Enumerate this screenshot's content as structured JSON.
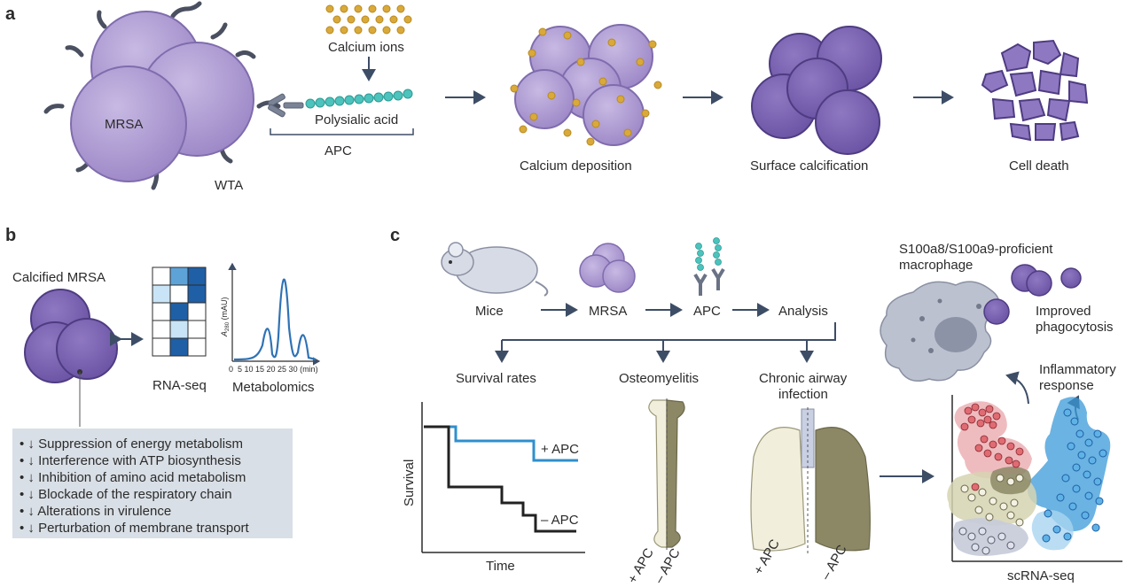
{
  "panels": {
    "a": "a",
    "b": "b",
    "c": "c"
  },
  "panel_a": {
    "mrsa": "MRSA",
    "wta": "WTA",
    "calcium_ions": "Calcium ions",
    "polysialic_acid": "Polysialic acid",
    "apc": "APC",
    "steps": [
      "Calcium deposition",
      "Surface calcification",
      "Cell death"
    ]
  },
  "panel_b": {
    "calcified_mrsa": "Calcified MRSA",
    "rna_seq": "RNA-seq",
    "metabolomics": "Metabolomics",
    "y_axis": "A",
    "y_axis_sub": "280",
    "y_axis_unit": " (mAU)",
    "x_ticks": "0  5 10 15 20 25 30 (min)",
    "effects": [
      "• ↓ Suppression of energy metabolism",
      "• ↓ Interference with ATP biosynthesis",
      "• ↓ Inhibition of amino acid metabolism",
      "• ↓ Blockade of the respiratory chain",
      "• ↓ Alterations in virulence",
      "• ↓ Perturbation of membrane transport"
    ]
  },
  "panel_c": {
    "flow": [
      "Mice",
      "MRSA",
      "APC",
      "Analysis"
    ],
    "outcomes": {
      "survival": "Survival rates",
      "osteo": "Osteomyelitis",
      "airway_1": "Chronic airway",
      "airway_2": "infection"
    },
    "survival_plot": {
      "y": "Survival",
      "x": "Time",
      "plus": "+ APC",
      "minus": "– APC"
    },
    "bone": {
      "plus": "+ APC",
      "minus": "– APC"
    },
    "lung": {
      "plus": "+ APC",
      "minus": "– APC"
    },
    "macrophage_1": "S100a8/S100a9-proficient",
    "macrophage_2": "macrophage",
    "phago_1": "Improved",
    "phago_2": "phagocytosis",
    "inflam_1": "Inflammatory",
    "inflam_2": "response",
    "scrna": "scRNA-seq"
  },
  "colors": {
    "purple": "#a997cc",
    "purple_dark": "#7a63ad",
    "gold": "#d9a93a",
    "teal": "#4cc3bc",
    "arrow": "#3d4d66",
    "blue": "#2f8fce",
    "red": "#d9545e"
  }
}
